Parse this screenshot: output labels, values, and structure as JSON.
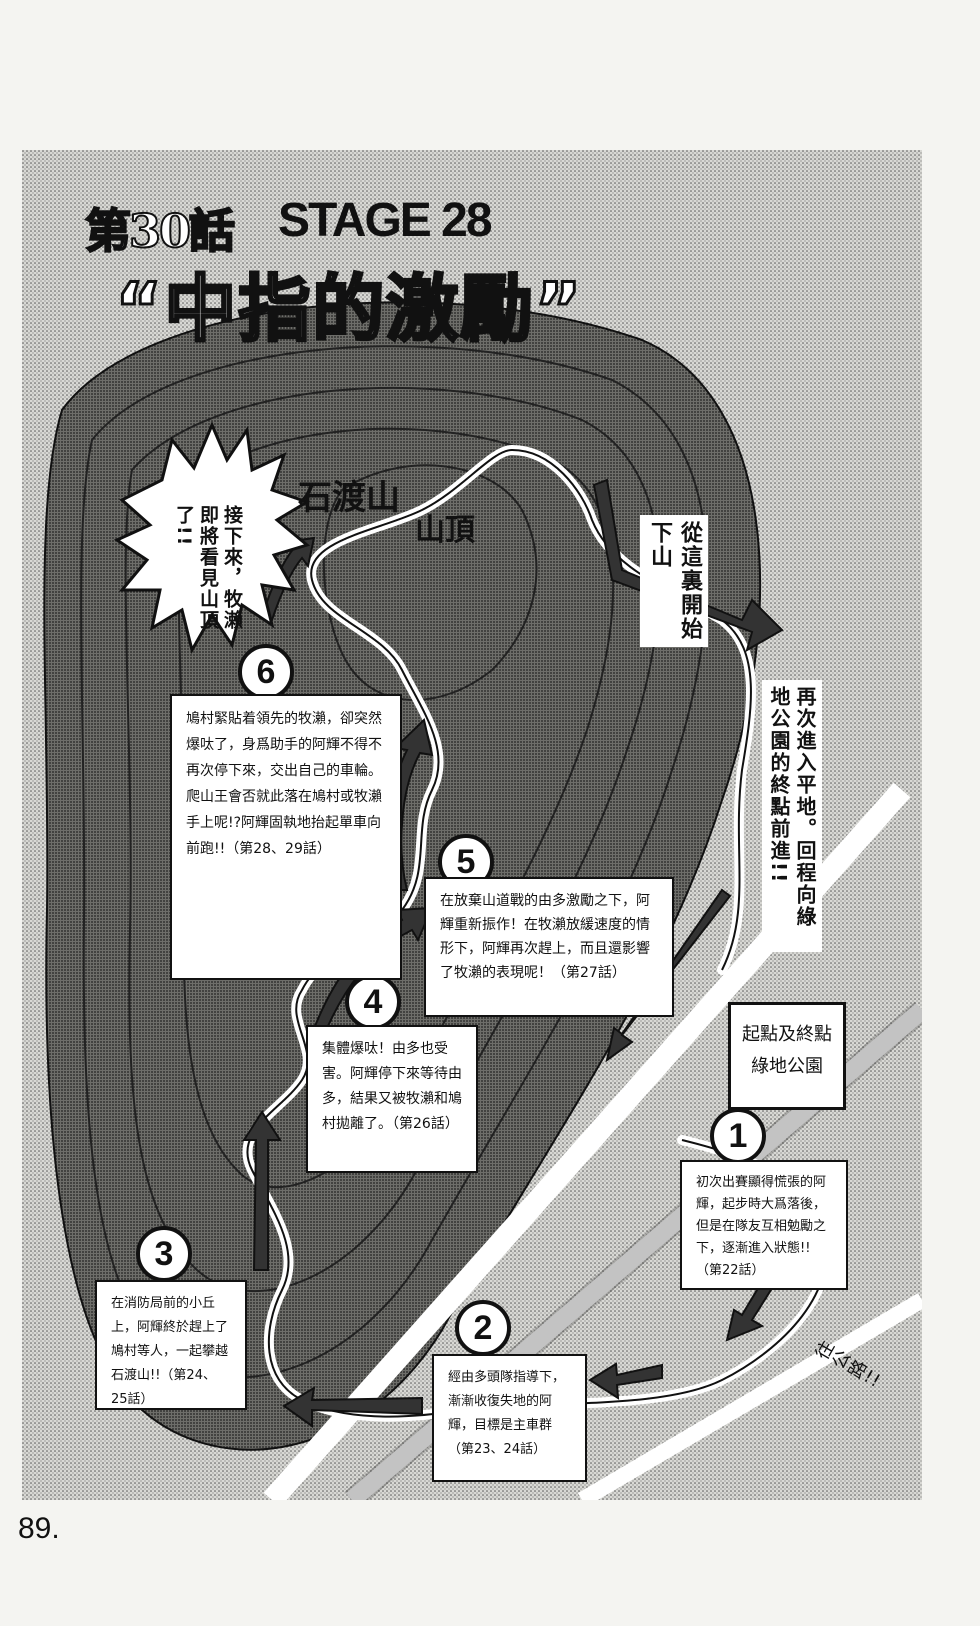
{
  "header": {
    "chapter": "第30話",
    "stage": "STAGE 28",
    "title": "“中指的激勵”"
  },
  "map": {
    "mountain_label": "石渡山",
    "summit_label": "山頂",
    "descent_label": "從這裏開始下山",
    "return_label": "再次進入平地。回程向綠地公園的終點前進!!",
    "road_label": "往公路!!",
    "speech_bubble": "接下來，牧瀨即將看見山頂了!!",
    "park_label": {
      "line1": "起點及終點",
      "line2": "綠地公園"
    }
  },
  "checkpoints": [
    {
      "number": "1",
      "text": "初次出賽顯得慌張的阿輝，起步時大爲落後，但是在隊友互相勉勵之下，逐漸進入狀態!!（第22話）"
    },
    {
      "number": "2",
      "text": "經由多頭隊指導下，漸漸收復失地的阿輝，目標是主車群（第23、24話）"
    },
    {
      "number": "3",
      "text": "在消防局前的小丘上，阿輝終於趕上了鳩村等人，一起攀越石渡山!!（第24、25話）"
    },
    {
      "number": "4",
      "text": "集體爆呔！由多也受害。阿輝停下來等待由多，結果又被牧瀨和鳩村拋離了。（第26話）"
    },
    {
      "number": "5",
      "text": "在放棄山道戰的由多激勵之下，阿輝重新振作！在牧瀨放緩速度的情形下，阿輝再次趕上，而且還影響了牧瀨的表現呢！（第27話）"
    },
    {
      "number": "6",
      "text": "鳩村緊貼着領先的牧瀨，卻突然爆呔了，身爲助手的阿輝不得不再次停下來，交出自己的車輪。爬山王會否就此落在鳩村或牧瀨手上呢!?阿輝固執地抬起單車向前跑!!（第28、29話）"
    }
  ],
  "page_number": "89."
}
